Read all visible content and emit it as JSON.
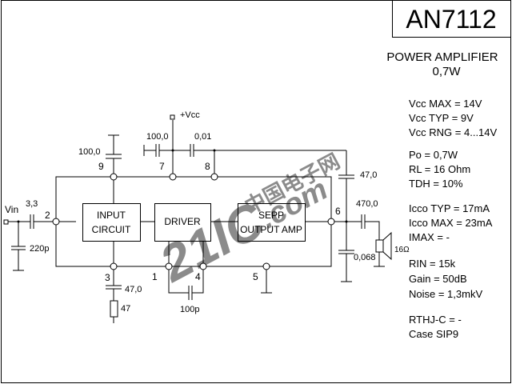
{
  "title": "AN7112",
  "subtitle": "POWER AMPLIFIER",
  "power": "0,7W",
  "blocks": {
    "input": [
      "INPUT",
      "CIRCUIT"
    ],
    "driver": "DRIVER",
    "output": [
      "SEPP",
      "OUTPUT AMP"
    ]
  },
  "pins": {
    "p1": "1",
    "p2": "2",
    "p3": "3",
    "p4": "4",
    "p5": "5",
    "p6": "6",
    "p7": "7",
    "p8": "8",
    "p9": "9"
  },
  "labels": {
    "vcc": "+Vcc",
    "vin": "Vin",
    "c_in": "3,3",
    "c_220p": "220p",
    "c_pin9": "100,0",
    "c_pin7": "100,0",
    "c_001": "0,01",
    "c_pin3": "47,0",
    "r_pin3": "47",
    "c_100p": "100p",
    "c_boot": "47,0",
    "c_out": "470,0",
    "c_zobel": "0,068",
    "speaker": "16Ω"
  },
  "specs": [
    "Vcc MAX = 14V",
    "Vcc TYP = 9V",
    "Vcc RNG = 4...14V",
    "Po  = 0,7W",
    "RL  = 16  Ohm",
    "TDH = 10%",
    "Icco TYP = 17mA",
    "Icco MAX = 23mA",
    "IMAX  =  -",
    "RIN   = 15k",
    "Gain  = 50dB",
    "Noise = 1,3mkV",
    "RTHJ-C = -",
    "Case   SIP9"
  ],
  "watermark": {
    "logo": "21IC",
    "cn": "中国电子网",
    "com": ".com",
    "pink": "#e8505a",
    "blue": "#6a7fc8"
  }
}
